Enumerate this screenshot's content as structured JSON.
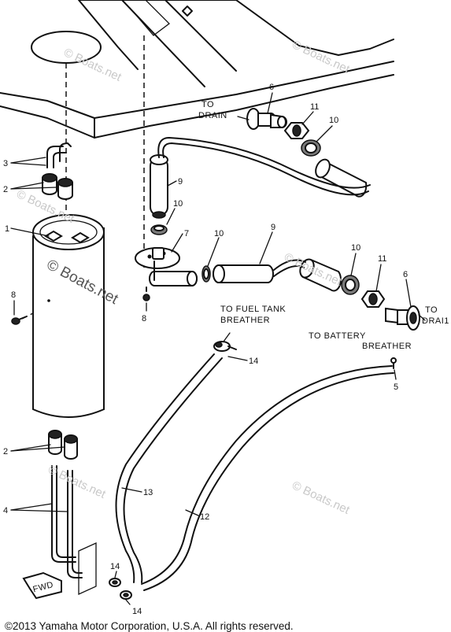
{
  "callouts": {
    "c1": "1",
    "c2a": "2",
    "c2b": "2",
    "c3": "3",
    "c4": "4",
    "c5": "5",
    "c6a": "6",
    "c6b": "6",
    "c7": "7",
    "c8a": "8",
    "c8b": "8",
    "c9a": "9",
    "c9b": "9",
    "c10a": "10",
    "c10b": "10",
    "c10c": "10",
    "c10d": "10",
    "c11a": "11",
    "c11b": "11",
    "c12": "12",
    "c13": "13",
    "c14a": "14",
    "c14b": "14",
    "c14c": "14"
  },
  "labels": {
    "to_drain_1a": "TO",
    "to_drain_1b": "DRAIN",
    "to_drain_2a": "TO",
    "to_drain_2b": "DRAI1",
    "fuel_tank_a": "TO FUEL TANK",
    "fuel_tank_b": "BREATHER",
    "battery_a": "TO BATTERY",
    "battery_b": "BREATHER",
    "fwd": "FWD"
  },
  "watermarks": {
    "wm1": "© Boats.net",
    "wm2": "© Boats.net",
    "wm3": "© Boats.net",
    "wm4": "© Boats.net",
    "wm5": "© Boats.net",
    "wm6": "© Boats.net",
    "wm7": "© Boats.net"
  },
  "copyright": "©2013 Yamaha Motor Corporation, U.S.A. All rights reserved."
}
